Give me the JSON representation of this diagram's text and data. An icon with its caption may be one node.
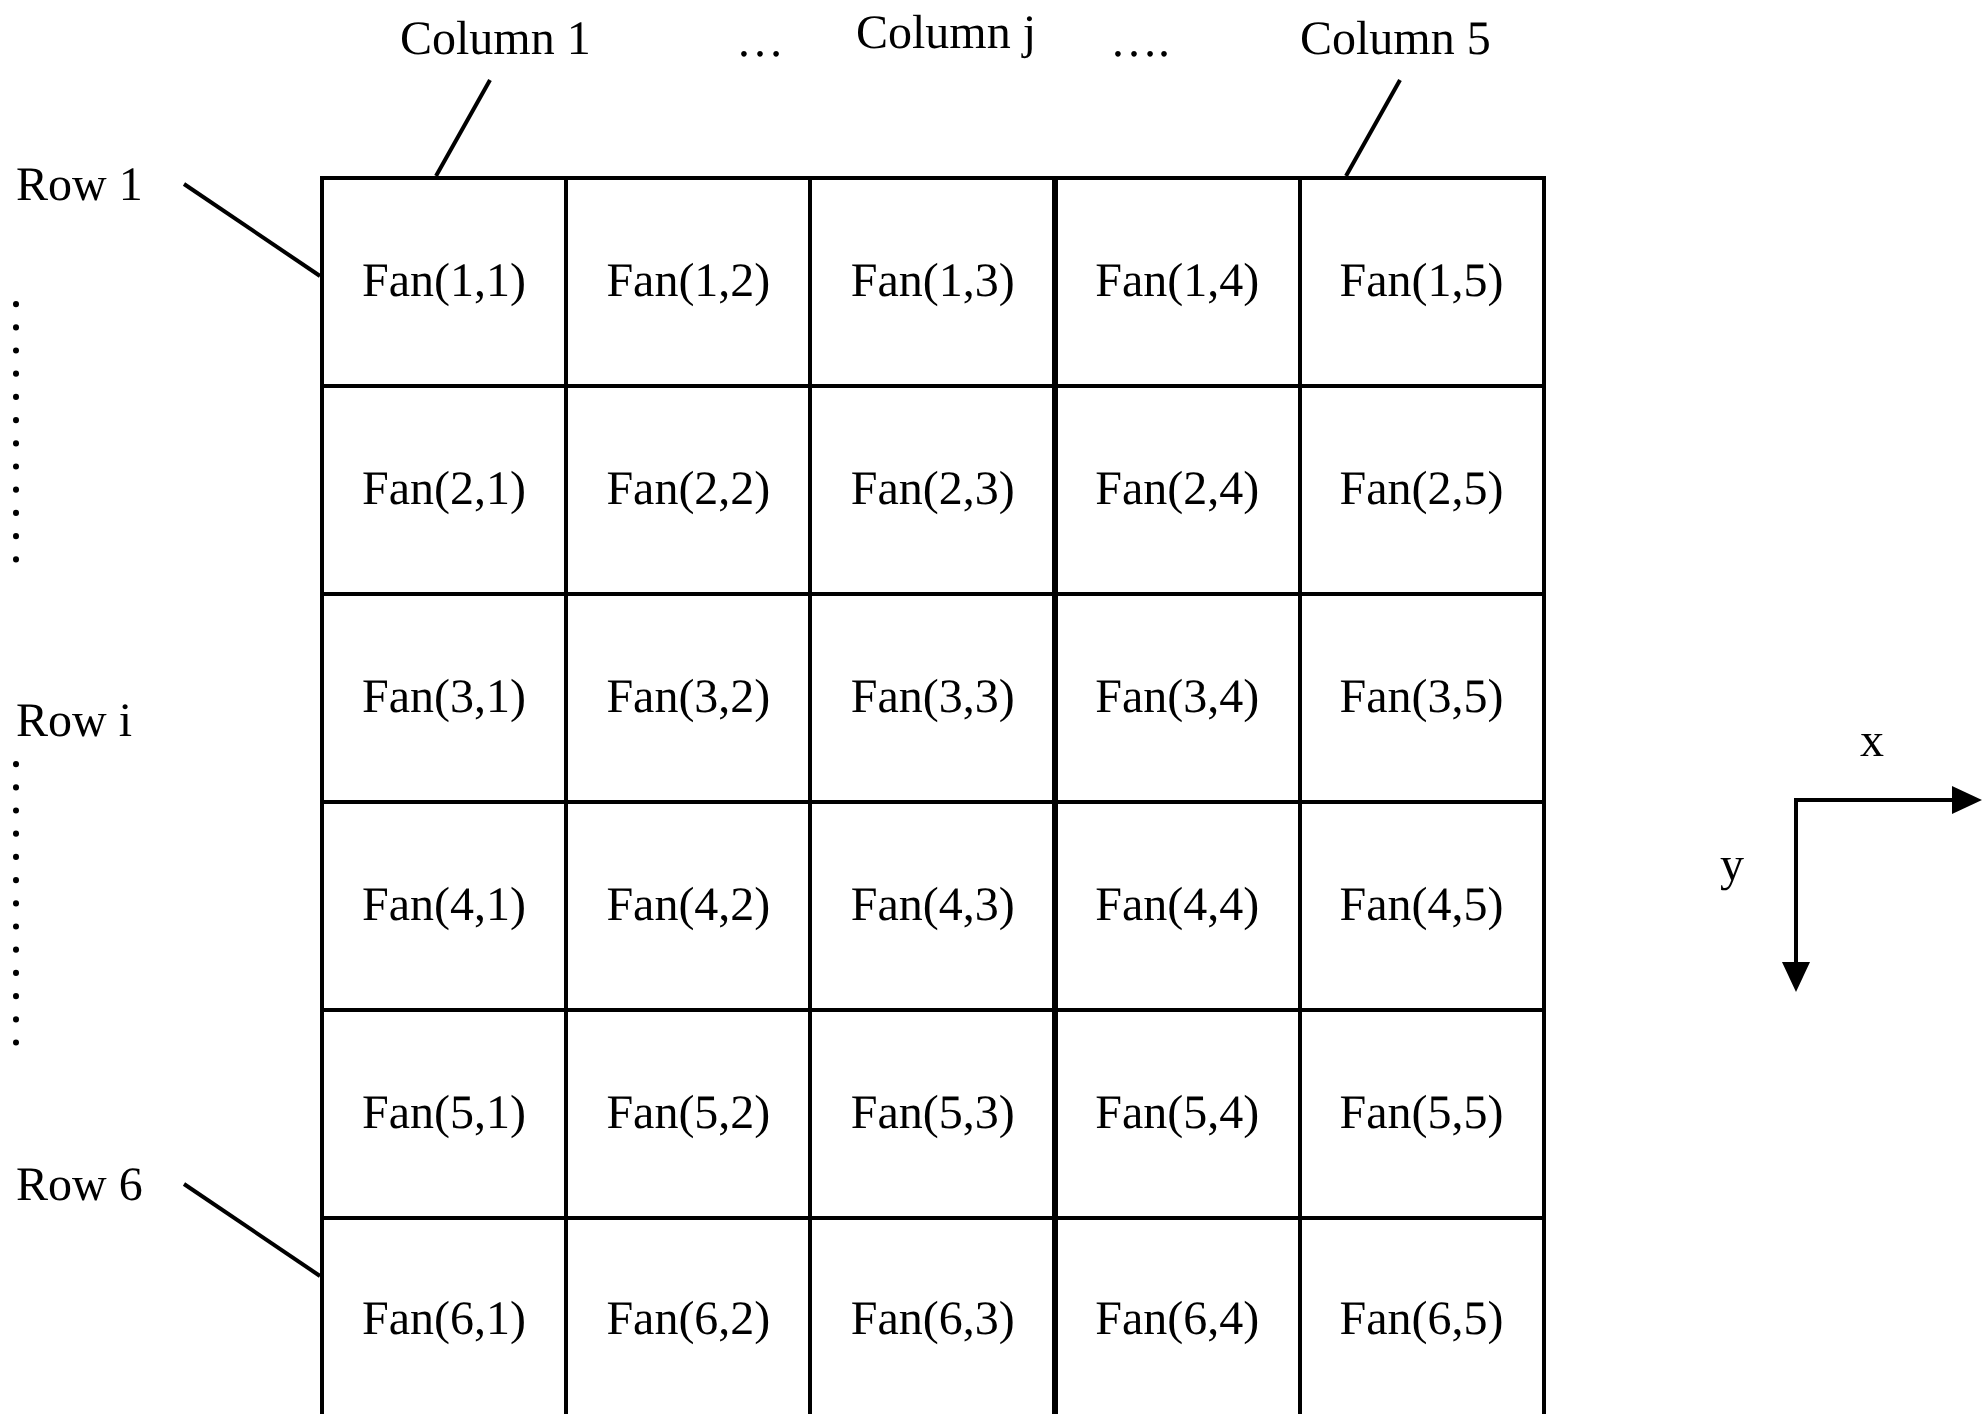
{
  "diagram": {
    "nodes": [
      {
        "text": [
          "Column 1"
        ]
      },
      {
        "text": [
          "Column 5"
        ]
      },
      {
        "text": [
          "Row 1"
        ]
      },
      {
        "text": [
          "Fan(1,1)"
        ]
      },
      {
        "text": [
          "Fan(1,2)"
        ]
      },
      {
        "text": [
          "Fan(1,3)"
        ]
      },
      {
        "text": [
          "Fan(1,4)"
        ]
      },
      {
        "text": [
          "Fan(1,5)"
        ]
      },
      {
        "text": [
          "Fan(2,1)"
        ]
      },
      {
        "text": [
          "Fan(2,2)"
        ]
      },
      {
        "text": [
          "Fan(2,3)"
        ]
      },
      {
        "text": [
          "Fan(2,4)"
        ]
      },
      {
        "text": [
          "Fan(2,5)"
        ]
      },
      {
        "text": [
          "Fan(3,1)"
        ]
      },
      {
        "text": [
          "Fan(3,2)"
        ]
      },
      {
        "text": [
          "Fan(3,3)"
        ]
      },
      {
        "text": [
          "Fan(3,4)"
        ]
      },
      {
        "text": [
          "Fan(3,5)"
        ]
      },
      {
        "text": [
          "Fan(4,1)"
        ]
      },
      {
        "text": [
          "Fan(4,2)"
        ]
      },
      {
        "text": [
          "Fan(4,3)"
        ]
      },
      {
        "text": [
          "Fan(4,4)"
        ]
      },
      {
        "text": [
          "Fan(4,5)"
        ]
      },
      {
        "text": [
          "Fan(5,1)"
        ]
      },
      {
        "text": [
          "Fan(5,2)"
        ]
      },
      {
        "text": [
          "Fan(5,3)"
        ]
      },
      {
        "text": [
          "Fan(5,4)"
        ]
      },
      {
        "text": [
          "Fan(5,5)"
        ]
      },
      {
        "text": [
          "Row 6"
        ]
      },
      {
        "text": [
          "Fan(6,1)"
        ]
      },
      {
        "text": [
          "Fan(6,2)"
        ]
      },
      {
        "text": [
          "Fan(6,3)"
        ]
      },
      {
        "text": [
          "Fan(6,4)"
        ]
      },
      {
        "text": [
          "Fan(6,5)"
        ]
      }
    ],
    "edges": [
      {
        "from": 0,
        "to": 3,
        "arrow": "none"
      },
      {
        "from": 1,
        "to": 7,
        "arrow": "none"
      },
      {
        "from": 2,
        "to": 3,
        "arrow": "none"
      },
      {
        "from": 28,
        "to": 29,
        "arrow": "none"
      }
    ],
    "labels": [
      "…",
      "Column j",
      "….",
      "Row i",
      "x",
      "y"
    ]
  }
}
